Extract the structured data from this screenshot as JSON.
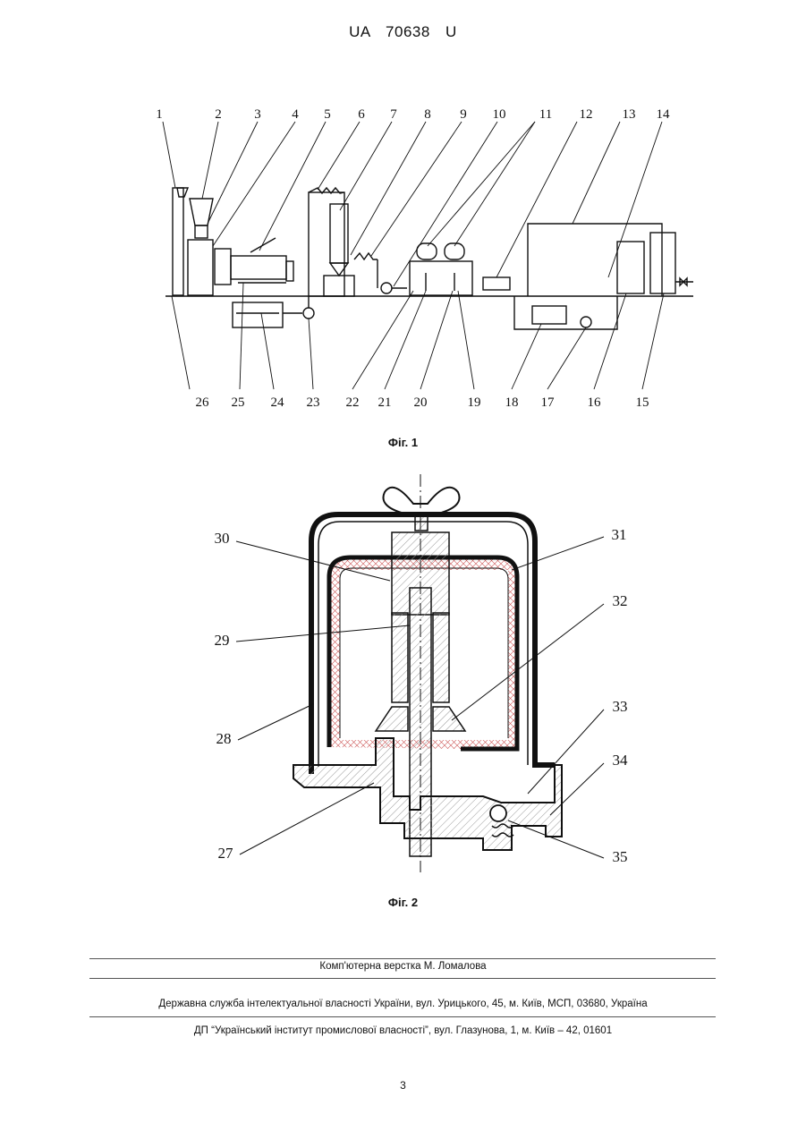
{
  "header": {
    "doc_id": "UA 70638 U"
  },
  "figure1": {
    "caption": "Фіг. 1",
    "top_labels": [
      "1",
      "2",
      "3",
      "4",
      "5",
      "6",
      "7",
      "8",
      "9",
      "10",
      "11",
      "12",
      "13",
      "14"
    ],
    "bottom_labels": [
      "26",
      "25",
      "24",
      "23",
      "22",
      "21",
      "20",
      "19",
      "18",
      "17",
      "16",
      "15"
    ]
  },
  "figure2": {
    "caption": "Фіг. 2",
    "left_labels": [
      "30",
      "29",
      "28",
      "27"
    ],
    "right_labels": [
      "31",
      "32",
      "33",
      "34",
      "35"
    ]
  },
  "footer": {
    "layout_credit": "Комп'ютерна верстка М. Ломалова",
    "service": "Державна служба інтелектуальної власності України, вул. Урицького, 45, м. Київ, МСП, 03680, Україна",
    "institute": "ДП “Український інститут промислової власності”, вул. Глазунова, 1, м. Київ – 42, 01601"
  },
  "page_number": "3"
}
